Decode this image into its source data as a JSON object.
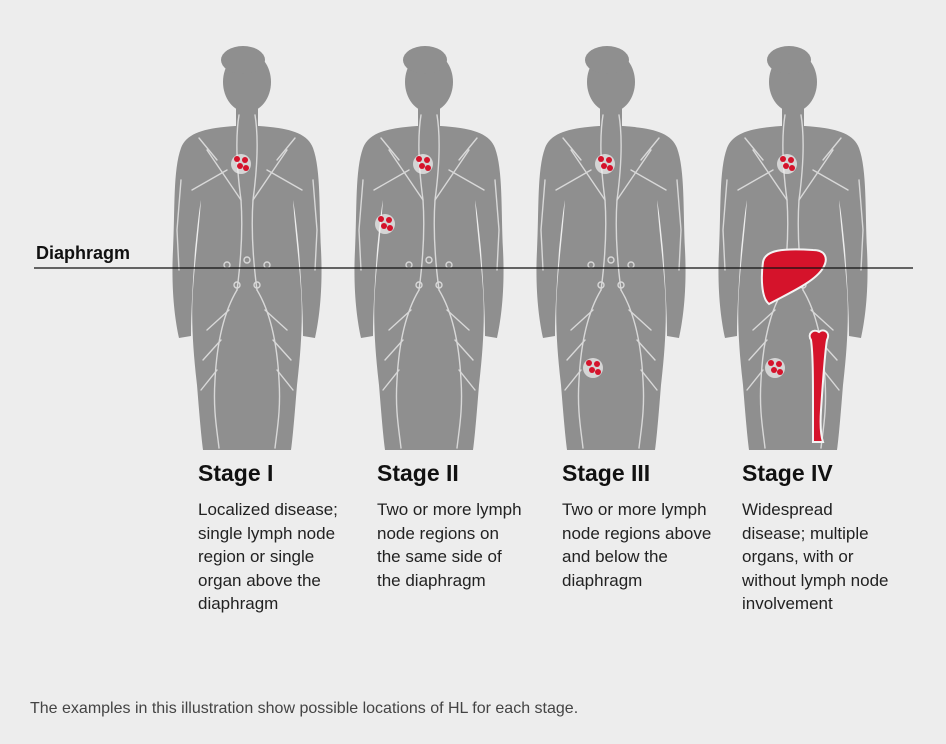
{
  "diaphragm_label": "Diaphragm",
  "stages": [
    {
      "title": "Stage I",
      "description": "Localized disease; single lymph node region or single organ above the diaphragm"
    },
    {
      "title": "Stage II",
      "description": "Two or more lymph node regions on the same side of the diaphragm"
    },
    {
      "title": "Stage III",
      "description": "Two or more lymph node regions above and below the diaphragm"
    },
    {
      "title": "Stage IV",
      "description": "Widespread disease; multiple organs, with or without lymph node involvement"
    }
  ],
  "caption": "The examples in this illustration show possible locations of HL for each stage.",
  "colors": {
    "background": "#ededed",
    "body": "#8f8f8f",
    "lymph": "#d8d8d8",
    "disease": "#d5132b",
    "line": "#111111"
  },
  "icons": [
    "human-body-figure",
    "lymph-node-cluster",
    "liver-organ",
    "femur-bone"
  ]
}
